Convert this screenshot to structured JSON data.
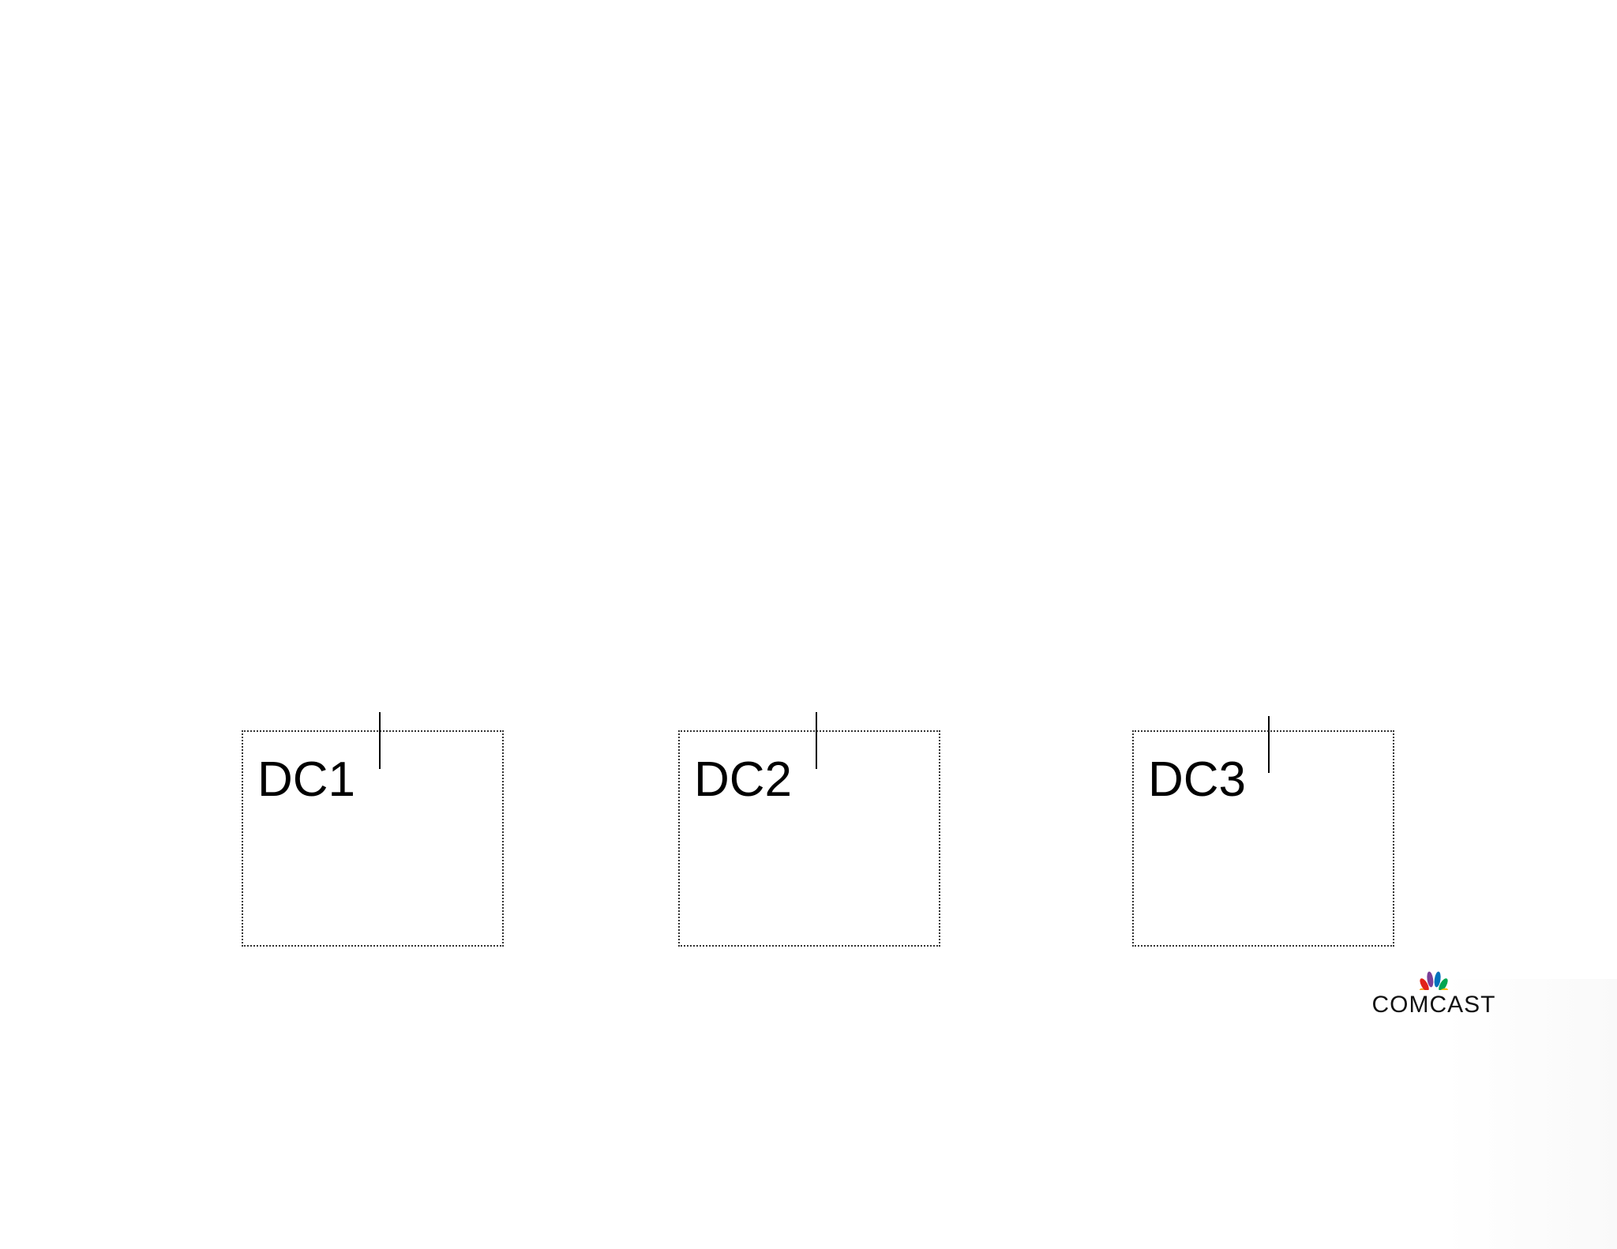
{
  "diagram": {
    "boxes": [
      {
        "id": "dc1",
        "label": "DC1"
      },
      {
        "id": "dc2",
        "label": "DC2"
      },
      {
        "id": "dc3",
        "label": "DC3"
      }
    ]
  },
  "logo": {
    "text": "COMCAST",
    "icon": "peacock-icon",
    "colors": [
      "#f5a623",
      "#e2231a",
      "#7b3f98",
      "#0072bc",
      "#00a651",
      "#fdb913"
    ]
  }
}
